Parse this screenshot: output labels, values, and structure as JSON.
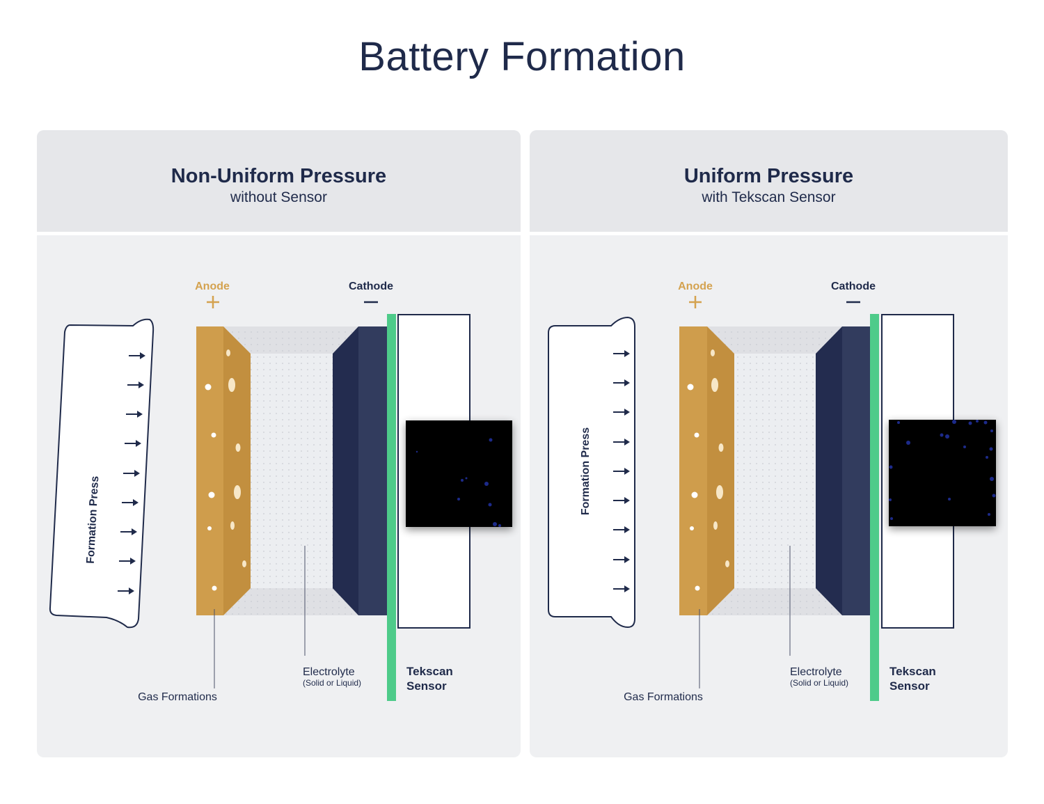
{
  "title": "Battery Formation",
  "panels": [
    {
      "heading": "Non-Uniform Pressure",
      "subheading": "without Sensor",
      "press_label": "Formation Press",
      "anode_label": "Anode",
      "anode_sign": "+",
      "cathode_label": "Cathode",
      "cathode_sign": "−",
      "gas_label": "Gas Formations",
      "electrolyte_label": "Electrolyte",
      "electrolyte_note": "(Solid or Liquid)",
      "sensor_label_line1": "Tekscan",
      "sensor_label_line2": "Sensor"
    },
    {
      "heading": "Uniform Pressure",
      "subheading": "with Tekscan Sensor",
      "press_label": "Formation Press",
      "anode_label": "Anode",
      "anode_sign": "+",
      "cathode_label": "Cathode",
      "cathode_sign": "−",
      "gas_label": "Gas Formations",
      "electrolyte_label": "Electrolyte",
      "electrolyte_note": "(Solid or Liquid)",
      "sensor_label_line1": "Tekscan",
      "sensor_label_line2": "Sensor"
    }
  ],
  "colors": {
    "anode": "#cf9d4c",
    "anode_dark": "#b88838",
    "cathode": "#232c4f",
    "cathode_light": "#323c5e",
    "sensor": "#4ecb8a",
    "pressure_map": "#050505",
    "pressure_dots": "#1c2a8a"
  }
}
